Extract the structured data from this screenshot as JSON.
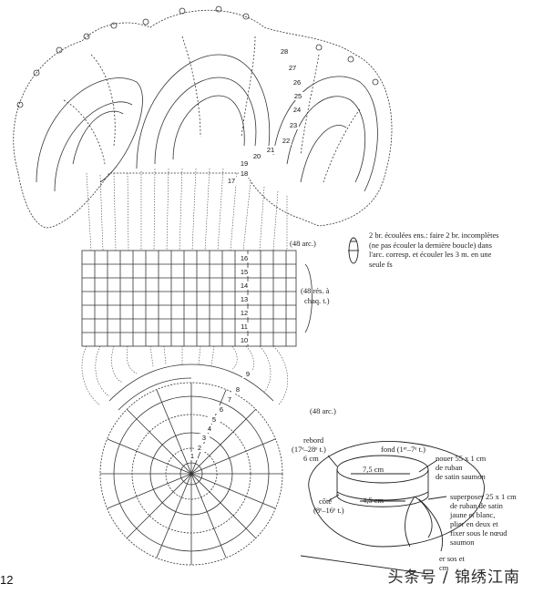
{
  "crown_rounds": [
    "17",
    "18",
    "19",
    "20",
    "21",
    "22",
    "23",
    "24",
    "25",
    "26",
    "27",
    "28"
  ],
  "grid_rounds": [
    "16",
    "15",
    "14",
    "13",
    "12",
    "11",
    "10"
  ],
  "circle_rounds": [
    "1",
    "2",
    "3",
    "4",
    "5",
    "6",
    "7",
    "8",
    "9"
  ],
  "labels": {
    "arcs_top": "(48 arc.)",
    "arcs_bottom": "(48 arc.)",
    "res_line1": "(48 rés. à",
    "res_line2": "chaq. t.)"
  },
  "legend": {
    "line1": "2 br. écoulées ens.: faire 2 br. incomplètes",
    "line2": "(ne pas écouler la dernière boucle) dans",
    "line3": "l'arc. corresp. et écouler les 3 m. en une",
    "line4": "seule fs"
  },
  "hat": {
    "rebord_l1": "rebord",
    "rebord_l2": "(17ᵉ–28ᵉ t.)",
    "rebord_l3": "6 cm",
    "fond": "fond (1ᵉʳ–7ᵉ t.)",
    "dim_top": "7,5 cm",
    "dim_side": "4,5 cm",
    "cote_l1": "côté",
    "cote_l2": "(8ᵉ–16ᵉ t.)",
    "ribbon1_l1": "nouer 55 x 1 cm",
    "ribbon1_l2": "de ruban",
    "ribbon1_l3": "de satin saumon",
    "ribbon2_l1": "superposer 25 x 1 cm",
    "ribbon2_l2": "de ruban de satin",
    "ribbon2_l3": "jaune et blanc,",
    "ribbon2_l4": "plier en deux et",
    "ribbon2_l5": "fixer sous le nœud",
    "ribbon2_l6": "saumon",
    "bottom_l1": "er sos et",
    "bottom_l2": "cm"
  },
  "page_number": "12",
  "watermark": "头条号 / 锦绣江南"
}
